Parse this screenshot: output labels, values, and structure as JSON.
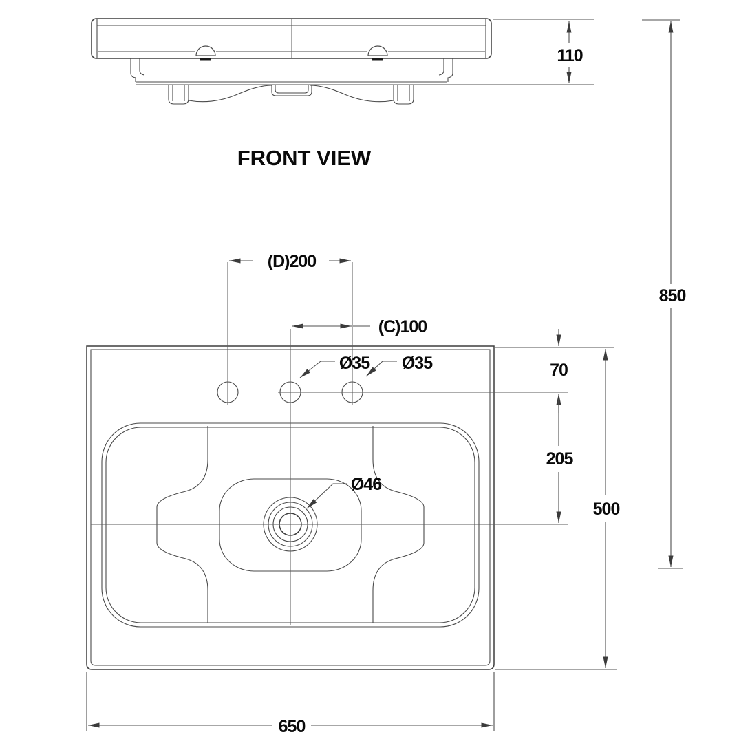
{
  "drawing": {
    "view_label": "FRONT VIEW",
    "dimensions": {
      "basin_height": "110",
      "install_height": "850",
      "hole_spacing_d": "(D)200",
      "hole_spacing_c": "(C)100",
      "faucet_hole_left": "Ø35",
      "faucet_hole_right": "Ø35",
      "edge_to_holes": "70",
      "holes_to_center": "205",
      "basin_depth": "500",
      "drain_diameter": "Ø46",
      "basin_width": "650"
    },
    "colors": {
      "object_line": "#3d3d3d",
      "dimension_line": "#4f4f4f",
      "text": "#0a0a0a",
      "background": "#ffffff"
    }
  }
}
